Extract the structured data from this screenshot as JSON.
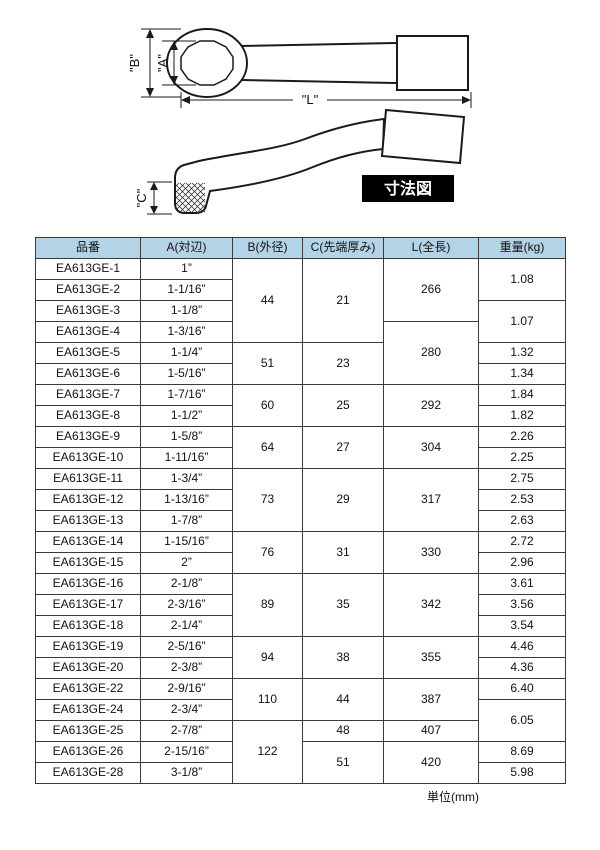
{
  "colors": {
    "header_bg": "#b5d3e6",
    "table_border": "#3a3a3a",
    "badge_bg": "#000000",
    "badge_text": "#ffffff",
    "line": "#1a1a1a"
  },
  "diagram": {
    "dim_b": "\"B\"",
    "dim_a": "\"A\"",
    "dim_l": "\"L\"",
    "dim_c": "\"C\"",
    "badge": "寸法図"
  },
  "table": {
    "headers": [
      "品番",
      "A(対辺)",
      "B(外径)",
      "C(先端厚み)",
      "L(全長)",
      "重量(kg)"
    ],
    "rows": [
      {
        "part": "EA613GE-1",
        "a": "1”"
      },
      {
        "part": "EA613GE-2",
        "a": "1-1/16”"
      },
      {
        "part": "EA613GE-3",
        "a": "1-1/8”"
      },
      {
        "part": "EA613GE-4",
        "a": "1-3/16”"
      },
      {
        "part": "EA613GE-5",
        "a": "1-1/4”"
      },
      {
        "part": "EA613GE-6",
        "a": "1-5/16”"
      },
      {
        "part": "EA613GE-7",
        "a": "1-7/16”"
      },
      {
        "part": "EA613GE-8",
        "a": "1-1/2”"
      },
      {
        "part": "EA613GE-9",
        "a": "1-5/8”"
      },
      {
        "part": "EA613GE-10",
        "a": "1-11/16”"
      },
      {
        "part": "EA613GE-11",
        "a": "1-3/4”"
      },
      {
        "part": "EA613GE-12",
        "a": "1-13/16”"
      },
      {
        "part": "EA613GE-13",
        "a": "1-7/8”"
      },
      {
        "part": "EA613GE-14",
        "a": "1-15/16”"
      },
      {
        "part": "EA613GE-15",
        "a": "2”"
      },
      {
        "part": "EA613GE-16",
        "a": "2-1/8”"
      },
      {
        "part": "EA613GE-17",
        "a": "2-3/16”"
      },
      {
        "part": "EA613GE-18",
        "a": "2-1/4”"
      },
      {
        "part": "EA613GE-19",
        "a": "2-5/16”"
      },
      {
        "part": "EA613GE-20",
        "a": "2-3/8”"
      },
      {
        "part": "EA613GE-22",
        "a": "2-9/16”"
      },
      {
        "part": "EA613GE-24",
        "a": "2-3/4”"
      },
      {
        "part": "EA613GE-25",
        "a": "2-7/8”"
      },
      {
        "part": "EA613GE-26",
        "a": "2-15/16”"
      },
      {
        "part": "EA613GE-28",
        "a": "3-1/8”"
      }
    ],
    "b_groups": [
      {
        "v": "44",
        "n": 4
      },
      {
        "v": "51",
        "n": 2
      },
      {
        "v": "60",
        "n": 2
      },
      {
        "v": "64",
        "n": 2
      },
      {
        "v": "73",
        "n": 3
      },
      {
        "v": "76",
        "n": 2
      },
      {
        "v": "89",
        "n": 3
      },
      {
        "v": "94",
        "n": 2
      },
      {
        "v": "110",
        "n": 2
      },
      {
        "v": "122",
        "n": 3
      }
    ],
    "c_groups": [
      {
        "v": "21",
        "n": 4
      },
      {
        "v": "23",
        "n": 2
      },
      {
        "v": "25",
        "n": 2
      },
      {
        "v": "27",
        "n": 2
      },
      {
        "v": "29",
        "n": 3
      },
      {
        "v": "31",
        "n": 2
      },
      {
        "v": "35",
        "n": 3
      },
      {
        "v": "38",
        "n": 2
      },
      {
        "v": "44",
        "n": 2
      },
      {
        "v": "48",
        "n": 1
      },
      {
        "v": "51",
        "n": 2
      }
    ],
    "l_groups": [
      {
        "v": "266",
        "n": 3
      },
      {
        "v": "280",
        "n": 3
      },
      {
        "v": "292",
        "n": 2
      },
      {
        "v": "304",
        "n": 2
      },
      {
        "v": "317",
        "n": 3
      },
      {
        "v": "330",
        "n": 2
      },
      {
        "v": "342",
        "n": 3
      },
      {
        "v": "355",
        "n": 2
      },
      {
        "v": "387",
        "n": 2
      },
      {
        "v": "407",
        "n": 1
      },
      {
        "v": "420",
        "n": 2
      }
    ],
    "w_groups": [
      {
        "v": "1.08",
        "n": 2
      },
      {
        "v": "1.07",
        "n": 2
      },
      {
        "v": "1.32",
        "n": 1
      },
      {
        "v": "1.34",
        "n": 1
      },
      {
        "v": "1.84",
        "n": 1
      },
      {
        "v": "1.82",
        "n": 1
      },
      {
        "v": "2.26",
        "n": 1
      },
      {
        "v": "2.25",
        "n": 1
      },
      {
        "v": "2.75",
        "n": 1
      },
      {
        "v": "2.53",
        "n": 1
      },
      {
        "v": "2.63",
        "n": 1
      },
      {
        "v": "2.72",
        "n": 1
      },
      {
        "v": "2.96",
        "n": 1
      },
      {
        "v": "3.61",
        "n": 1
      },
      {
        "v": "3.56",
        "n": 1
      },
      {
        "v": "3.54",
        "n": 1
      },
      {
        "v": "4.46",
        "n": 1
      },
      {
        "v": "4.36",
        "n": 1
      },
      {
        "v": "6.40",
        "n": 1
      },
      {
        "v": "6.05",
        "n": 2
      },
      {
        "v": "8.69",
        "n": 1
      },
      {
        "v": "5.98",
        "n": 1
      }
    ]
  },
  "footer": {
    "unit": "単位(mm)"
  }
}
